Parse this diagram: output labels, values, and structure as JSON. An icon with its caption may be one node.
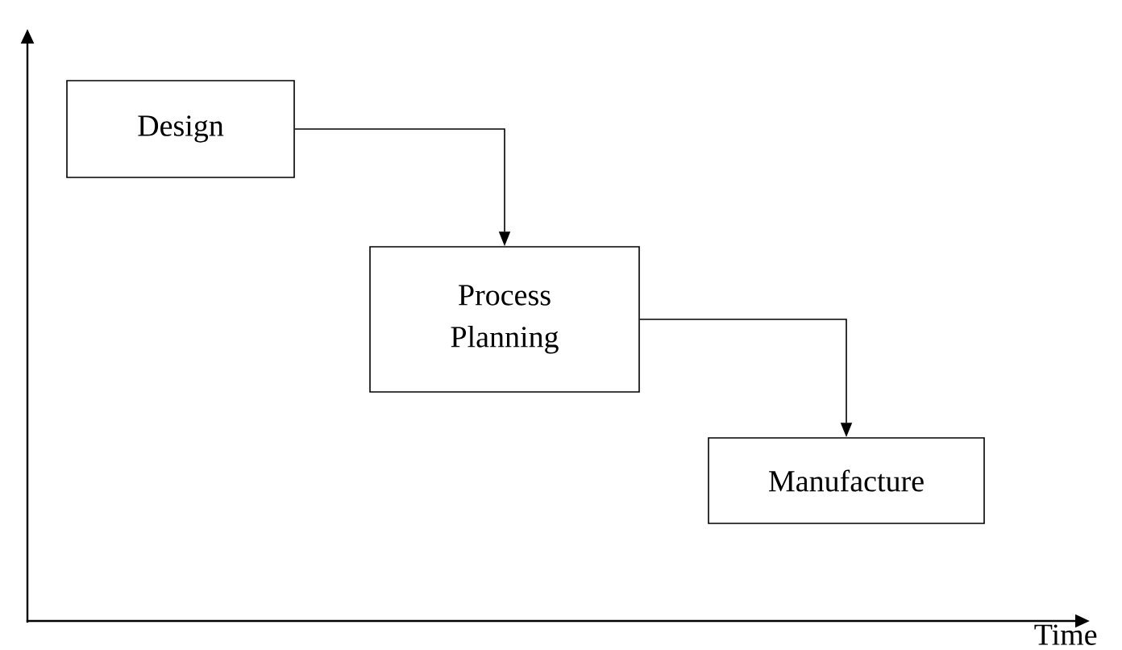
{
  "diagram": {
    "nodes": [
      {
        "text": [
          "Design"
        ]
      },
      {
        "text": [
          "Process Planning"
        ]
      },
      {
        "text": [
          "Manufacture"
        ]
      }
    ],
    "edges": [
      {
        "from": 0,
        "to": 1,
        "arrow": "to"
      },
      {
        "from": 1,
        "to": 2,
        "arrow": "to"
      }
    ],
    "labels": [
      "Time"
    ]
  }
}
